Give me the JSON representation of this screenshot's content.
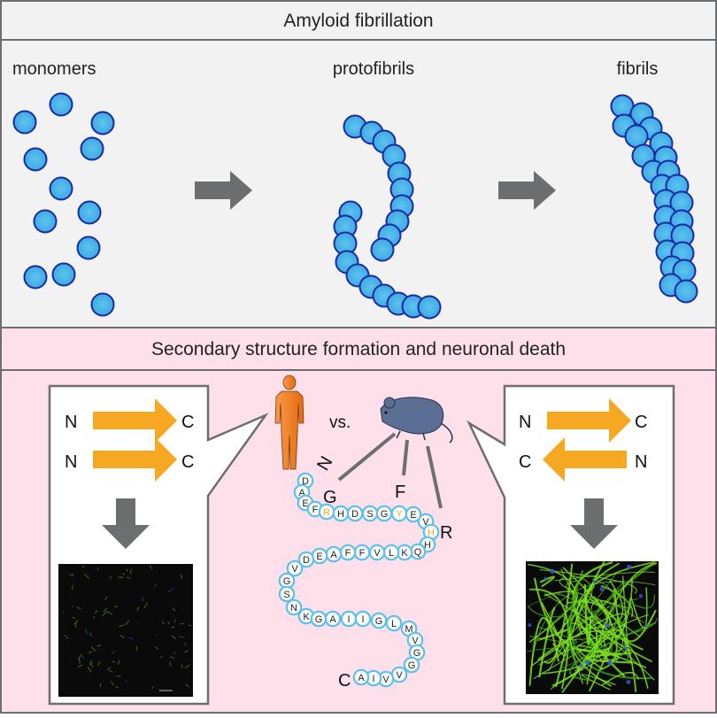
{
  "top_panel": {
    "title": "Amyloid fibrillation",
    "stages": [
      "monomers",
      "protofibrils",
      "fibrils"
    ],
    "bg_color": "#f2f2f2",
    "sphere_color": "#4db8ea",
    "sphere_stroke": "#1a2aa6",
    "arrow_color": "#6d6e70"
  },
  "bottom_panel": {
    "title": "Secondary structure formation and neuronal death",
    "bg_color": "#fde0ea",
    "vs_label": "vs.",
    "left_sheet": {
      "rows": [
        {
          "start": "N",
          "end": "C",
          "direction": "right"
        },
        {
          "start": "N",
          "end": "C",
          "direction": "right"
        }
      ],
      "kind": "parallel"
    },
    "right_sheet": {
      "rows": [
        {
          "start": "N",
          "end": "C",
          "direction": "right"
        },
        {
          "start": "C",
          "end": "N",
          "direction": "left"
        }
      ],
      "kind": "antiparallel"
    },
    "beta_arrow_color": "#f7a823",
    "human_color": "#f47c20",
    "mouse_color": "#5b6e93",
    "peptide": {
      "n_label": "N",
      "c_label": "C",
      "sequence": [
        "D",
        "A",
        "E",
        "F",
        "R",
        "H",
        "D",
        "S",
        "G",
        "Y",
        "E",
        "V",
        "H",
        "H",
        "Q",
        "K",
        "L",
        "V",
        "F",
        "F",
        "A",
        "E",
        "D",
        "V",
        "G",
        "S",
        "N",
        "K",
        "G",
        "A",
        "I",
        "I",
        "G",
        "L",
        "M",
        "V",
        "G",
        "G",
        "V",
        "V",
        "I",
        "A"
      ],
      "highlight_color": "#f7a823",
      "bead_stroke": "#5cc0ee",
      "mutations": [
        {
          "label": "G",
          "residue": "R"
        },
        {
          "label": "F",
          "residue": "Y"
        },
        {
          "label": "R",
          "residue": "H"
        }
      ]
    }
  }
}
